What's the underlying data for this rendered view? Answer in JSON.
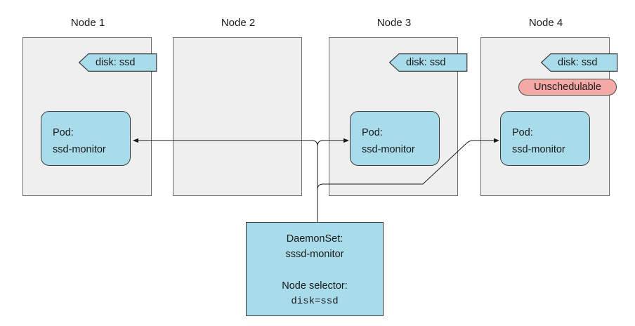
{
  "nodes": [
    {
      "title": "Node 1",
      "label": "disk: ssd",
      "pod": {
        "line1": "Pod:",
        "line2": "ssd-monitor"
      }
    },
    {
      "title": "Node 2"
    },
    {
      "title": "Node 3",
      "label": "disk: ssd",
      "pod": {
        "line1": "Pod:",
        "line2": "ssd-monitor"
      }
    },
    {
      "title": "Node 4",
      "label": "disk: ssd",
      "status": "Unschedulable",
      "pod": {
        "line1": "Pod:",
        "line2": "ssd-monitor"
      }
    }
  ],
  "daemonset": {
    "kind": "DaemonSet:",
    "name": "sssd-monitor",
    "selector_label": "Node selector:",
    "selector_value": "disk=ssd"
  },
  "colors": {
    "node_fill": "#efefef",
    "pod_fill": "#a8dcea",
    "label_fill": "#a8dcea",
    "unschedulable_fill": "#f5a9a6"
  }
}
